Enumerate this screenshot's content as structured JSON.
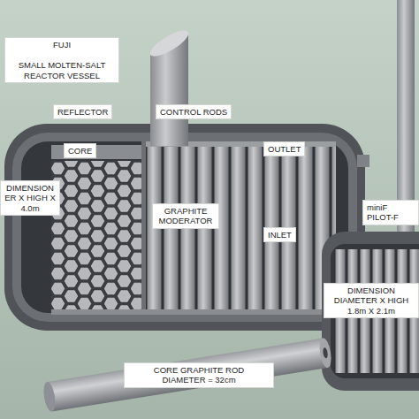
{
  "diagram": {
    "nodes": [
      {
        "text": [
          "FUJI",
          "SMALL MOLTEN-SALT REACTOR VESSEL"
        ]
      },
      {
        "text": [
          "REFLECTOR"
        ]
      },
      {
        "text": [
          "CONTROL RODS"
        ]
      },
      {
        "text": [
          "CORE"
        ]
      },
      {
        "text": [
          "DIMENSION",
          "ER X HIGH X 4.0m"
        ]
      },
      {
        "text": [
          "OUTLET"
        ]
      },
      {
        "text": [
          "GRAPHITE MODERATOR"
        ]
      },
      {
        "text": [
          "INLET"
        ]
      },
      {
        "text": [
          "miniF PILOT-F"
        ]
      },
      {
        "text": [
          "DIMENSION",
          "DIAMETER X HIGH 1.8m X 2.1m"
        ]
      },
      {
        "text": [
          "CORE GRAPHITE ROD",
          "DIAMETER = 32cm"
        ]
      }
    ]
  }
}
